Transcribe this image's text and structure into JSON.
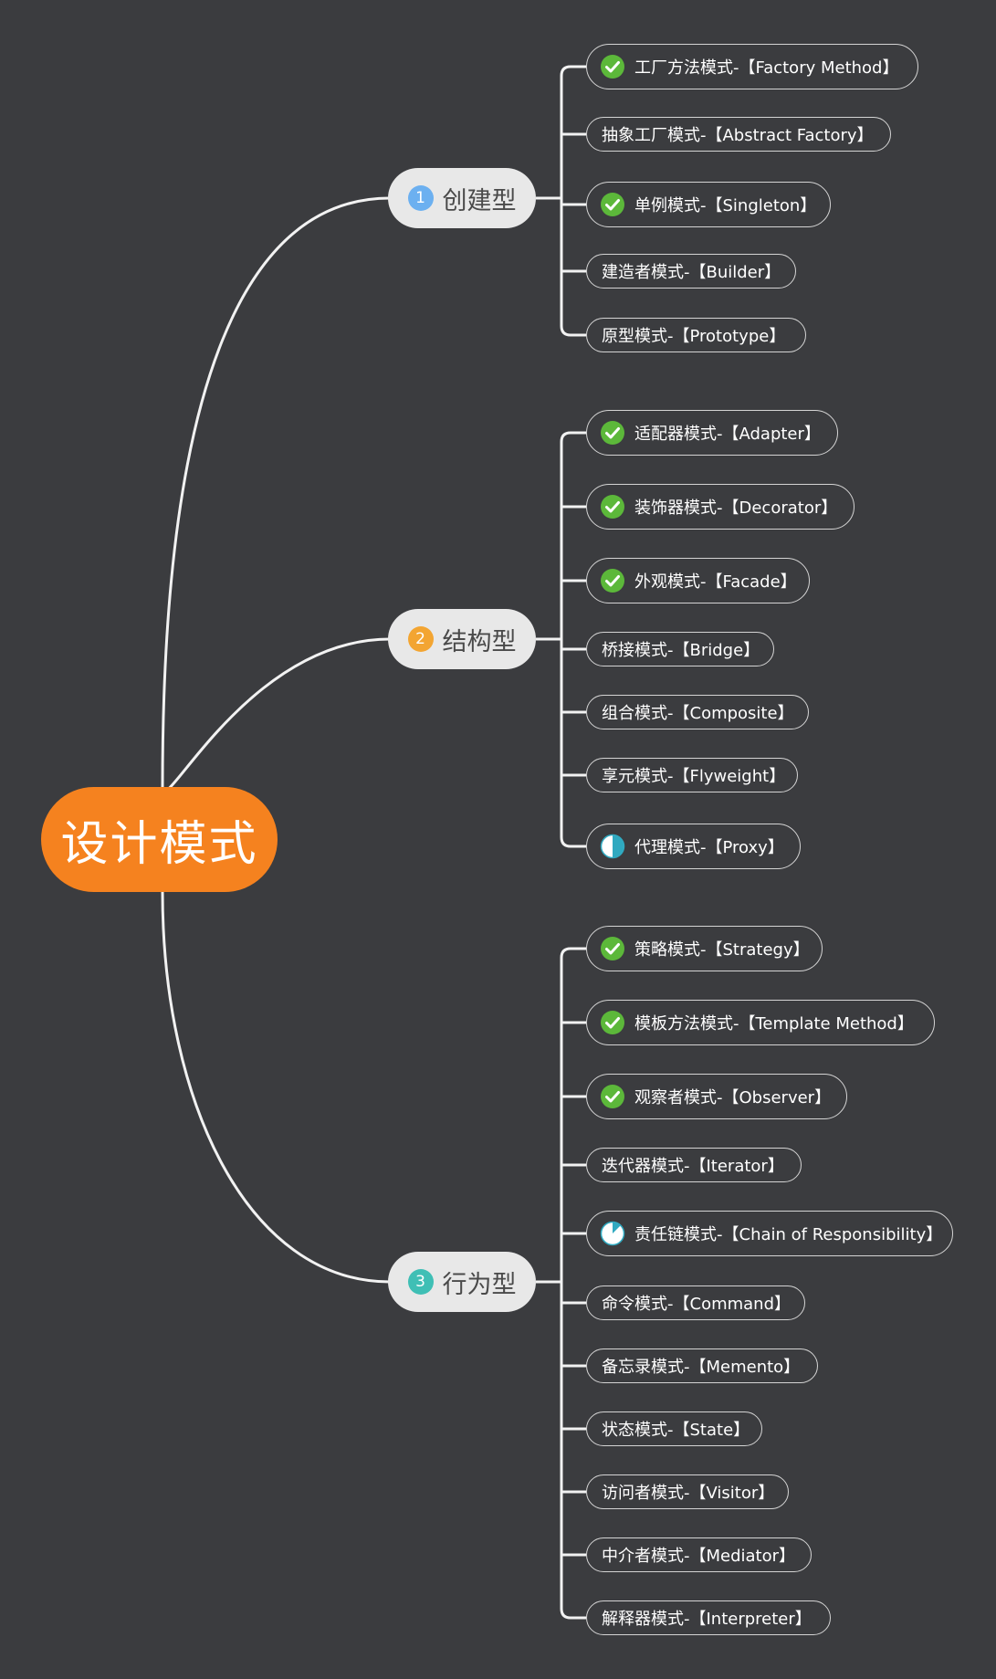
{
  "root": {
    "label": "设计模式",
    "color": "#f5821f"
  },
  "branches": [
    {
      "num": "1",
      "label": "创建型",
      "num_color": "#6cb0f0",
      "leaves": [
        {
          "label": "工厂方法模式-【Factory Method】",
          "marker": "check"
        },
        {
          "label": "抽象工厂模式-【Abstract Factory】",
          "marker": "none"
        },
        {
          "label": "单例模式-【Singleton】",
          "marker": "check"
        },
        {
          "label": "建造者模式-【Builder】",
          "marker": "none"
        },
        {
          "label": "原型模式-【Prototype】",
          "marker": "none"
        }
      ]
    },
    {
      "num": "2",
      "label": "结构型",
      "num_color": "#f3a532",
      "leaves": [
        {
          "label": "适配器模式-【Adapter】",
          "marker": "check"
        },
        {
          "label": "装饰器模式-【Decorator】",
          "marker": "check"
        },
        {
          "label": "外观模式-【Facade】",
          "marker": "check"
        },
        {
          "label": "桥接模式-【Bridge】",
          "marker": "none"
        },
        {
          "label": "组合模式-【Composite】",
          "marker": "none"
        },
        {
          "label": "享元模式-【Flyweight】",
          "marker": "none"
        },
        {
          "label": "代理模式-【Proxy】",
          "marker": "progress-half"
        }
      ]
    },
    {
      "num": "3",
      "label": "行为型",
      "num_color": "#3fbfb5",
      "leaves": [
        {
          "label": "策略模式-【Strategy】",
          "marker": "check"
        },
        {
          "label": "模板方法模式-【Template Method】",
          "marker": "check"
        },
        {
          "label": "观察者模式-【Observer】",
          "marker": "check"
        },
        {
          "label": "迭代器模式-【Iterator】",
          "marker": "none"
        },
        {
          "label": "责任链模式-【Chain of Responsibility】",
          "marker": "progress-eighth"
        },
        {
          "label": "命令模式-【Command】",
          "marker": "none"
        },
        {
          "label": "备忘录模式-【Memento】",
          "marker": "none"
        },
        {
          "label": "状态模式-【State】",
          "marker": "none"
        },
        {
          "label": "访问者模式-【Visitor】",
          "marker": "none"
        },
        {
          "label": "中介者模式-【Mediator】",
          "marker": "none"
        },
        {
          "label": "解释器模式-【Interpreter】",
          "marker": "none"
        }
      ]
    }
  ],
  "colors": {
    "check": "#5cb83a",
    "progress": "#2fa9c0",
    "connector": "#f2f2f2",
    "background": "#3b3c3f"
  }
}
